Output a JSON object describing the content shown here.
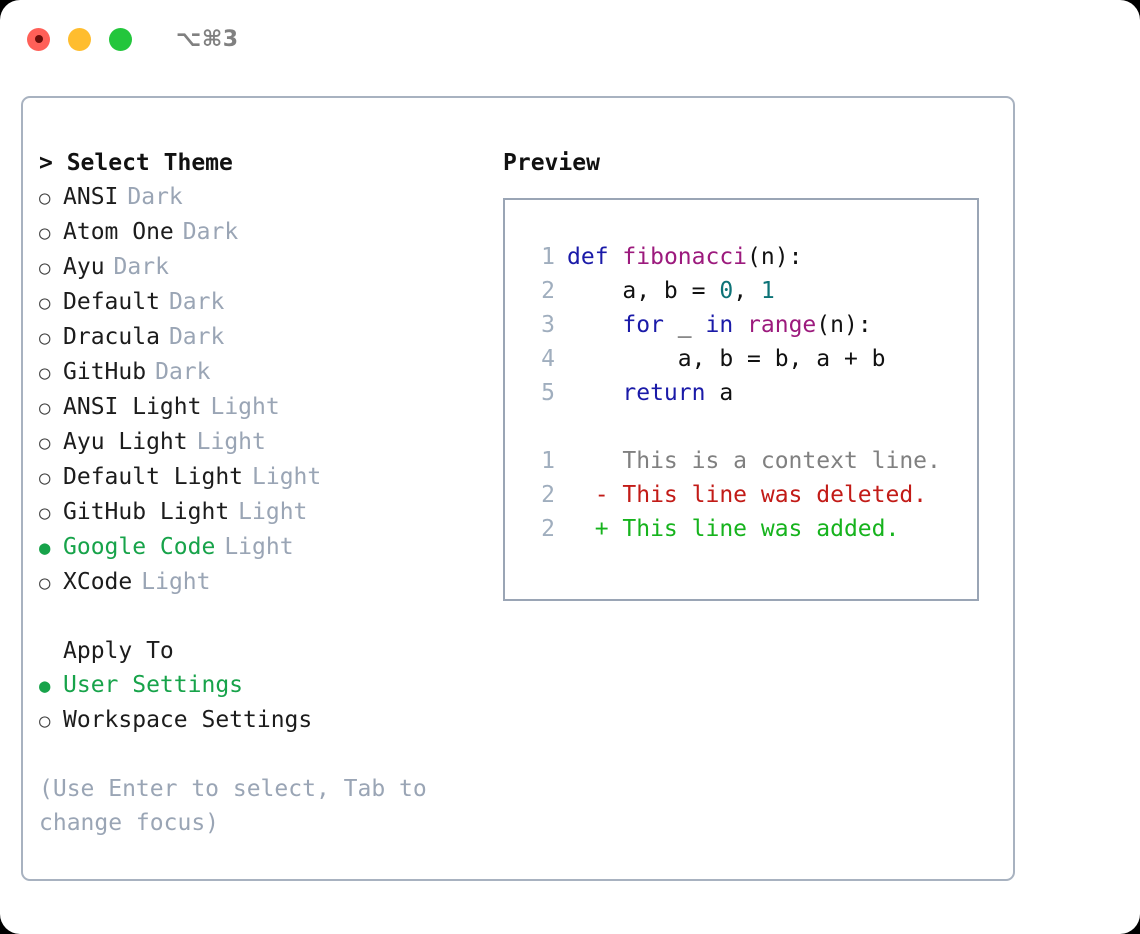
{
  "titlebar": {
    "shortcut_label": "⌥⌘3",
    "lights": [
      {
        "name": "close",
        "color": "#ff6058"
      },
      {
        "name": "minimize",
        "color": "#ffbd2e"
      },
      {
        "name": "maximize",
        "color": "#23c63c"
      }
    ]
  },
  "theme_picker": {
    "header": "> Select Theme",
    "selected_marker": "●",
    "unselected_marker": "○",
    "selected_color": "#17a34a",
    "kind_color": "#9aa5b5",
    "items": [
      {
        "label": "ANSI",
        "kind": "Dark",
        "selected": false
      },
      {
        "label": "Atom One",
        "kind": "Dark",
        "selected": false
      },
      {
        "label": "Ayu",
        "kind": "Dark",
        "selected": false
      },
      {
        "label": "Default",
        "kind": "Dark",
        "selected": false
      },
      {
        "label": "Dracula",
        "kind": "Dark",
        "selected": false
      },
      {
        "label": "GitHub",
        "kind": "Dark",
        "selected": false
      },
      {
        "label": "ANSI Light",
        "kind": "Light",
        "selected": false
      },
      {
        "label": "Ayu Light",
        "kind": "Light",
        "selected": false
      },
      {
        "label": "Default Light",
        "kind": "Light",
        "selected": false
      },
      {
        "label": "GitHub Light",
        "kind": "Light",
        "selected": false
      },
      {
        "label": "Google Code",
        "kind": "Light",
        "selected": true
      },
      {
        "label": "XCode",
        "kind": "Light",
        "selected": false
      }
    ]
  },
  "apply_to": {
    "header": "Apply To",
    "items": [
      {
        "label": "User Settings",
        "selected": true
      },
      {
        "label": "Workspace Settings",
        "selected": false
      }
    ]
  },
  "hint": {
    "line1": "(Use Enter to select, Tab to",
    "line2": "change focus)"
  },
  "preview": {
    "title": "Preview",
    "code_lines": [
      {
        "no": "1",
        "tokens": [
          {
            "t": "def",
            "c": "kw"
          },
          {
            "t": " ",
            "c": "plain"
          },
          {
            "t": "fibonacci",
            "c": "fn"
          },
          {
            "t": "(n):",
            "c": "punc"
          }
        ]
      },
      {
        "no": "2",
        "tokens": [
          {
            "t": "    a, b = ",
            "c": "plain"
          },
          {
            "t": "0",
            "c": "num"
          },
          {
            "t": ", ",
            "c": "plain"
          },
          {
            "t": "1",
            "c": "num"
          }
        ]
      },
      {
        "no": "3",
        "tokens": [
          {
            "t": "    ",
            "c": "plain"
          },
          {
            "t": "for",
            "c": "kw"
          },
          {
            "t": " _ ",
            "c": "plain"
          },
          {
            "t": "in",
            "c": "kw"
          },
          {
            "t": " ",
            "c": "plain"
          },
          {
            "t": "range",
            "c": "fn"
          },
          {
            "t": "(n):",
            "c": "punc"
          }
        ]
      },
      {
        "no": "4",
        "tokens": [
          {
            "t": "        a, b = b, a + b",
            "c": "plain"
          }
        ]
      },
      {
        "no": "5",
        "tokens": [
          {
            "t": "    ",
            "c": "plain"
          },
          {
            "t": "return",
            "c": "kw"
          },
          {
            "t": " a",
            "c": "plain"
          }
        ]
      }
    ],
    "diff_lines": [
      {
        "no": "1",
        "sign": " ",
        "text": "This is a context line.",
        "kind": "ctx"
      },
      {
        "no": "2",
        "sign": "-",
        "text": "This line was deleted.",
        "kind": "del"
      },
      {
        "no": "2",
        "sign": "+",
        "text": "This line was added.",
        "kind": "add"
      }
    ],
    "colors": {
      "keyword": "#1a1aa8",
      "function": "#9c1a7d",
      "number": "#0d7377",
      "lineno": "#a0aebe",
      "diff_context": "#808080",
      "diff_deleted": "#c21b17",
      "diff_added": "#16b31d"
    }
  }
}
